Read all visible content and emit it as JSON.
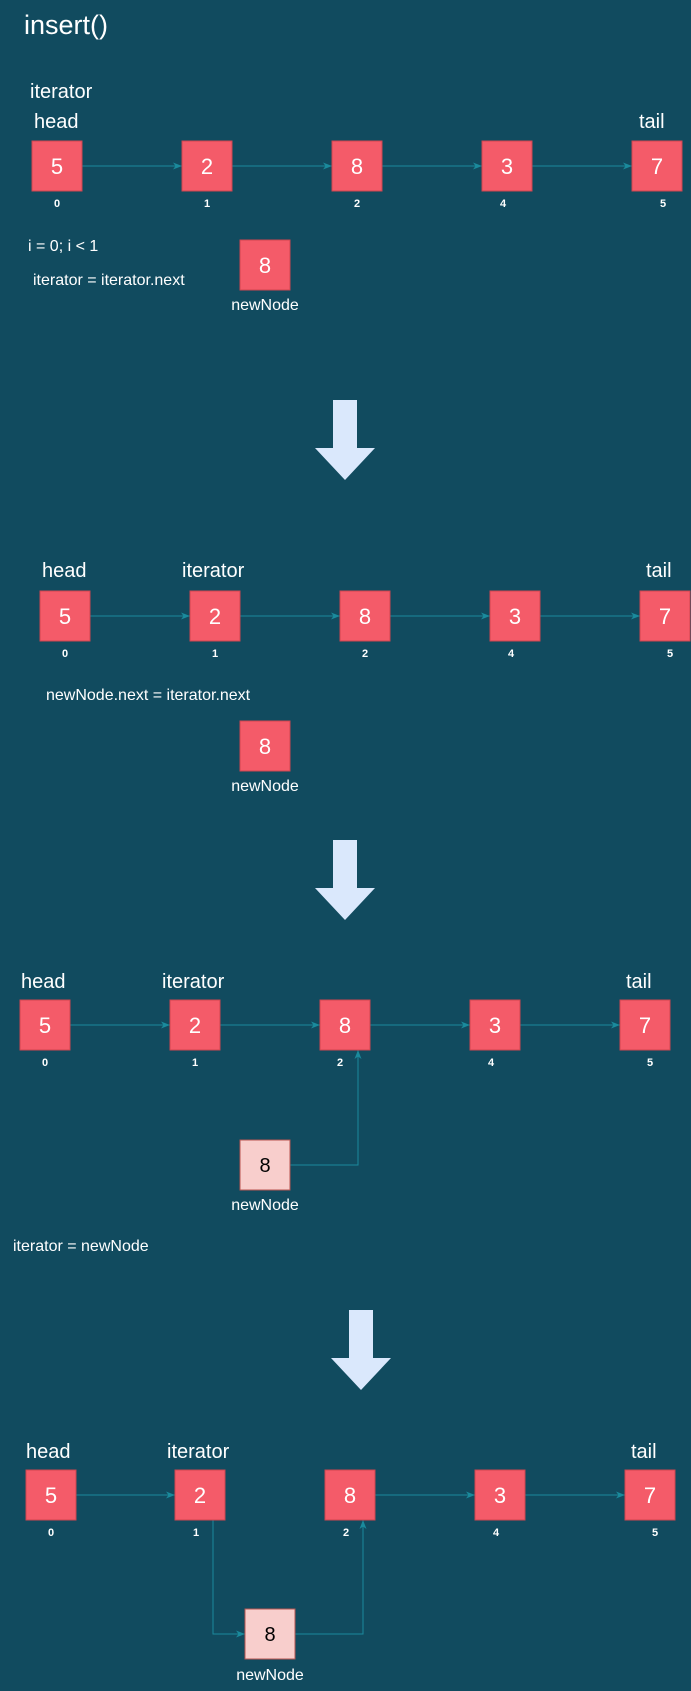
{
  "title": "insert()",
  "colors": {
    "background": "#114b5f",
    "node_fill": "#f45b69",
    "node_stroke": "#d0444f",
    "new_node_fill": "#f8cecc",
    "new_node_stroke": "#b85450",
    "edge": "#1a8a9c",
    "down_arrow": "#dae8fc"
  },
  "steps": [
    {
      "list": {
        "values": [
          "5",
          "2",
          "8",
          "3",
          "7"
        ],
        "indices": [
          "0",
          "1",
          "2",
          "4",
          "5"
        ]
      },
      "labels": {
        "iterator": "iterator",
        "head": "head",
        "tail": "tail"
      },
      "code": [
        "i = 0; i < 1",
        "iterator = iterator.next"
      ],
      "new_node": {
        "value": "8",
        "label": "newNode"
      }
    },
    {
      "list": {
        "values": [
          "5",
          "2",
          "8",
          "3",
          "7"
        ],
        "indices": [
          "0",
          "1",
          "2",
          "4",
          "5"
        ]
      },
      "labels": {
        "head": "head",
        "iterator": "iterator",
        "tail": "tail"
      },
      "code": [
        "newNode.next = iterator.next"
      ],
      "new_node": {
        "value": "8",
        "label": "newNode"
      }
    },
    {
      "list": {
        "values": [
          "5",
          "2",
          "8",
          "3",
          "7"
        ],
        "indices": [
          "0",
          "1",
          "2",
          "4",
          "5"
        ]
      },
      "labels": {
        "head": "head",
        "iterator": "iterator",
        "tail": "tail"
      },
      "code": [
        "iterator = newNode"
      ],
      "new_node": {
        "value": "8",
        "label": "newNode"
      }
    },
    {
      "list": {
        "values": [
          "5",
          "2",
          "8",
          "3",
          "7"
        ],
        "indices": [
          "0",
          "1",
          "2",
          "4",
          "5"
        ]
      },
      "labels": {
        "head": "head",
        "iterator": "iterator",
        "tail": "tail"
      },
      "new_node": {
        "value": "8",
        "label": "newNode"
      }
    }
  ]
}
